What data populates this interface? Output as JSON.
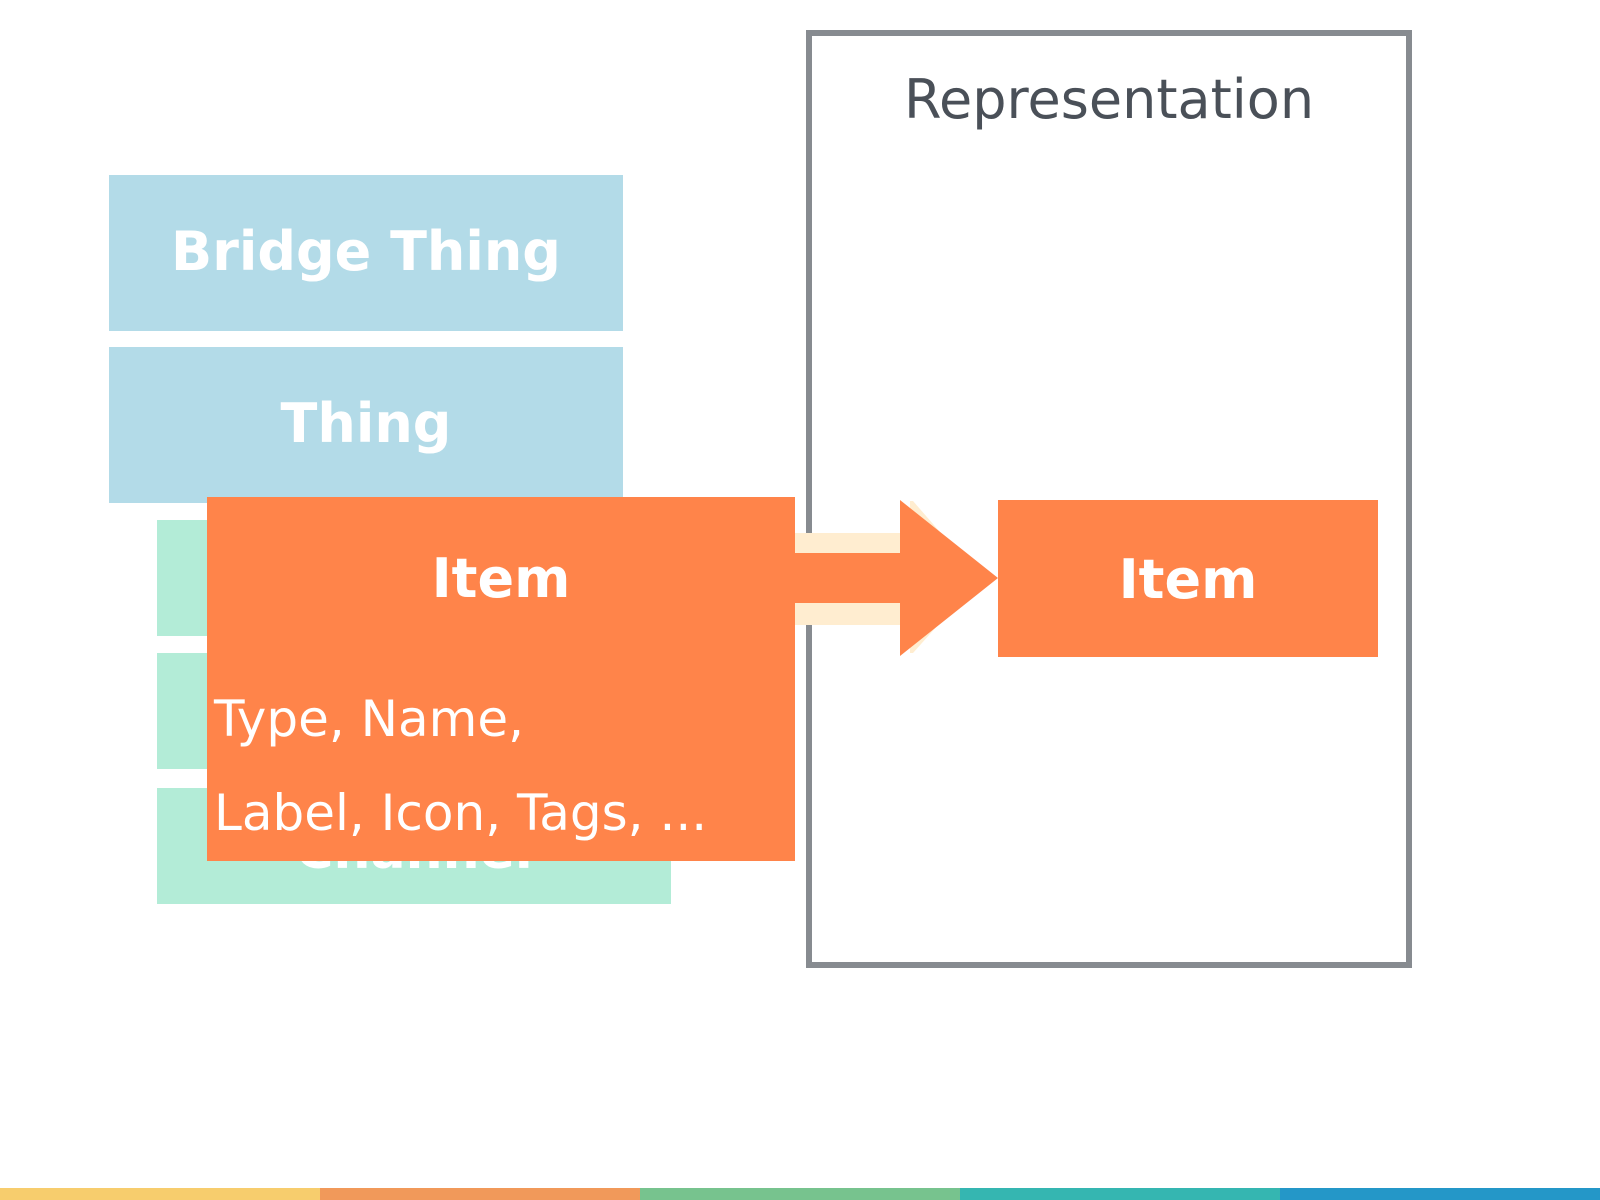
{
  "representation": {
    "title": "Representation"
  },
  "bridge_thing": {
    "label": "Bridge Thing"
  },
  "thing": {
    "label": "Thing"
  },
  "channel": {
    "label": "Channel"
  },
  "item_main": {
    "title": "Item",
    "attributes_line1": "Type, Name,",
    "attributes_line2": "Label, Icon, Tags, ..."
  },
  "item_right": {
    "label": "Item"
  },
  "colors": {
    "blue_box": "#b3dbe8",
    "green_box": "#b3ecd7",
    "item_orange": "#ff844a",
    "arrow_shadow": "#ffedd0",
    "frame_gray": "#878b90",
    "title_text": "#4a5058",
    "bottom_bar": [
      "#f7cd6d",
      "#f1995a",
      "#77c38e",
      "#35b6b1",
      "#2497c8"
    ]
  }
}
